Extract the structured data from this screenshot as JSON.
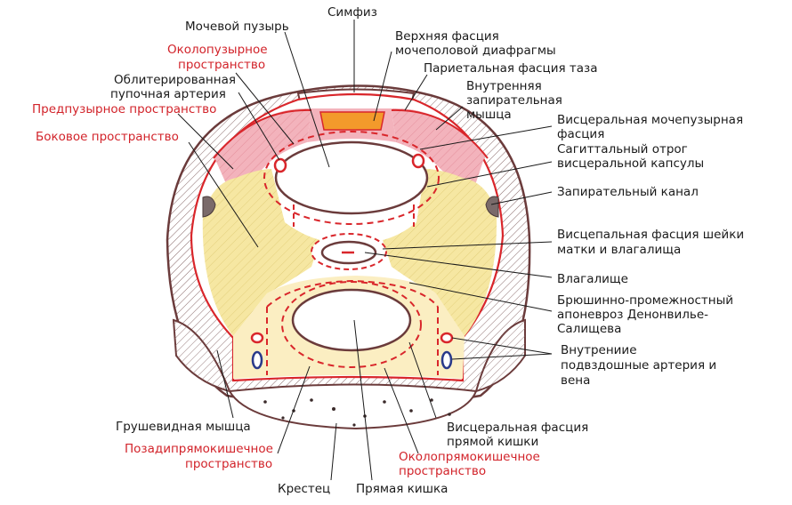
{
  "colors": {
    "outline": "#6b3b3b",
    "fascia": "#d9262b",
    "pink_space": "#f3b3bc",
    "yellow_space": "#f6e7a2",
    "orange_strip": "#f39a2b",
    "label_red": "#d2232a",
    "label_black": "#1a1a1a"
  },
  "labels": {
    "symphysis": "Симфиз",
    "bladder": "Мочевой пузырь",
    "paravesical_1": "Околопузырное",
    "paravesical_2": "пространство",
    "urogenital_fascia_1": "Верхняя фасция",
    "urogenital_fascia_2": "мочеполовой диафрагмы",
    "parietal_fascia": "Париетальная фасция таза",
    "obliterated_artery_1": "Облитерированная",
    "obliterated_artery_2": "пупочная артерия",
    "obturator_internus_1": "Внутренняя",
    "obturator_internus_2": "запирательная",
    "obturator_internus_3": "мышца",
    "prevesical": "Предпузырное пространство",
    "visceral_vesical_1": "Висцеральная мочепузырная",
    "visceral_vesical_2": "фасция",
    "lateral_space": "Боковое пространство",
    "sagittal_spur_1": "Сагиттальный отрог",
    "sagittal_spur_2": "висцеральной капсулы",
    "obturator_canal": "Запирательный канал",
    "cervix_fascia_1": "Висцепальная фасция шейки",
    "cervix_fascia_2": "матки и влагалища",
    "vagina": "Влагалище",
    "denonvilliers_1": "Брюшинно-промежностный",
    "denonvilliers_2": "апоневроз Денонвилье-",
    "denonvilliers_3": "Салищева",
    "iliac_vessels_1": "Внутрениие",
    "iliac_vessels_2": "подвздошные артерия и",
    "iliac_vessels_3": "вена",
    "piriformis": "Грушевидная мышца",
    "retrorectal_1": "Позадипрямокишечное",
    "retrorectal_2": "пространство",
    "rectal_fascia_1": "Висцеральная фасция",
    "rectal_fascia_2": "прямой кишки",
    "pararectal_1": "Околопрямокишечное",
    "pararectal_2": "пространство",
    "sacrum": "Крестец",
    "rectum": "Прямая кишка"
  }
}
